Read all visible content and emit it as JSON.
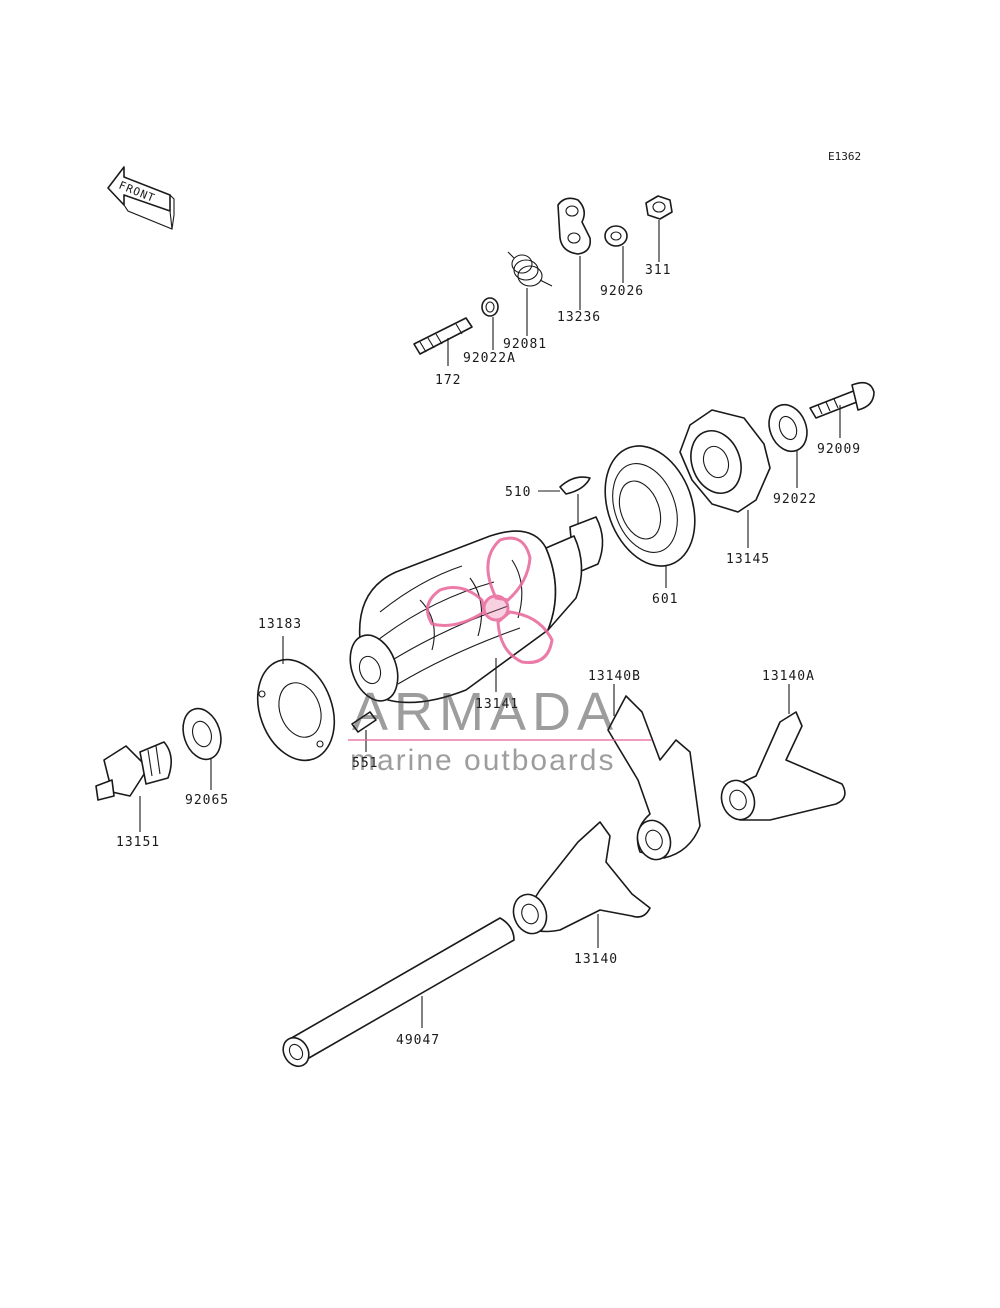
{
  "diagram_code": "E1362",
  "front_label": "FRONT",
  "parts": {
    "p311": "311",
    "p92026": "92026",
    "p13236": "13236",
    "p92081": "92081",
    "p92022A": "92022A",
    "p172": "172",
    "p92009": "92009",
    "p92022": "92022",
    "p510": "510",
    "p13145": "13145",
    "p601": "601",
    "p13183": "13183",
    "p13141": "13141",
    "p13140B": "13140B",
    "p13140A": "13140A",
    "p551": "551",
    "p92065": "92065",
    "p13151": "13151",
    "p13140": "13140",
    "p49047": "49047"
  },
  "watermark": {
    "brand": "ARMADA",
    "tagline": "marine outboards",
    "accent_color": "#e8669a"
  }
}
